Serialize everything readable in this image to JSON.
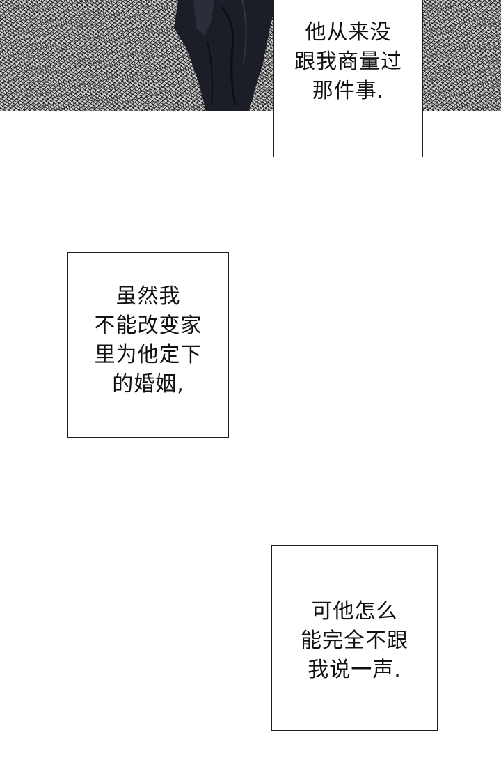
{
  "top_panel": {
    "illustration": "dark-haired figure against crosshatched screentone background"
  },
  "captions": [
    {
      "text": "他从来没\n跟我商量过\n那件事."
    },
    {
      "text": "虽然我\n不能改变家\n里为他定下\n的婚姻,"
    },
    {
      "text": "可他怎么\n能完全不跟\n我说一声."
    }
  ],
  "colors": {
    "background": "#ffffff",
    "border": "#1e1e1e",
    "text": "#111111",
    "figure_dark": "#1b1e27"
  }
}
